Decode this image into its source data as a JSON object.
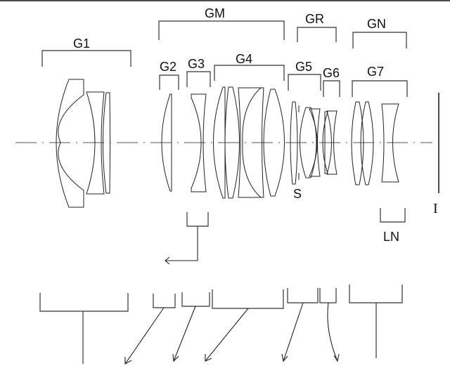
{
  "diagram": {
    "type": "optical-lens-cross-section",
    "group_labels": {
      "G1": "G1",
      "GM": "GM",
      "G2": "G2",
      "G3": "G3",
      "G4": "G4",
      "GR": "GR",
      "G5": "G5",
      "G6": "G6",
      "GN": "GN",
      "G7": "G7"
    },
    "stop_label": "S",
    "image_plane_label": "I",
    "sub_lens_label": "LN",
    "colors": {
      "line": "#222222",
      "background": "#ffffff"
    },
    "movement_arrows": [
      {
        "group": "G1",
        "motion": "fixed"
      },
      {
        "group": "G2",
        "motion": "toward-image-left-down"
      },
      {
        "group": "G3",
        "motion": "focus-lateral-left"
      },
      {
        "group": "G3",
        "motion": "toward-image-left-down"
      },
      {
        "group": "G4",
        "motion": "toward-image-left-down"
      },
      {
        "group": "G5",
        "motion": "toward-image-left-down"
      },
      {
        "group": "G6",
        "motion": "curved-down"
      },
      {
        "group": "G7",
        "motion": "fixed"
      }
    ]
  }
}
